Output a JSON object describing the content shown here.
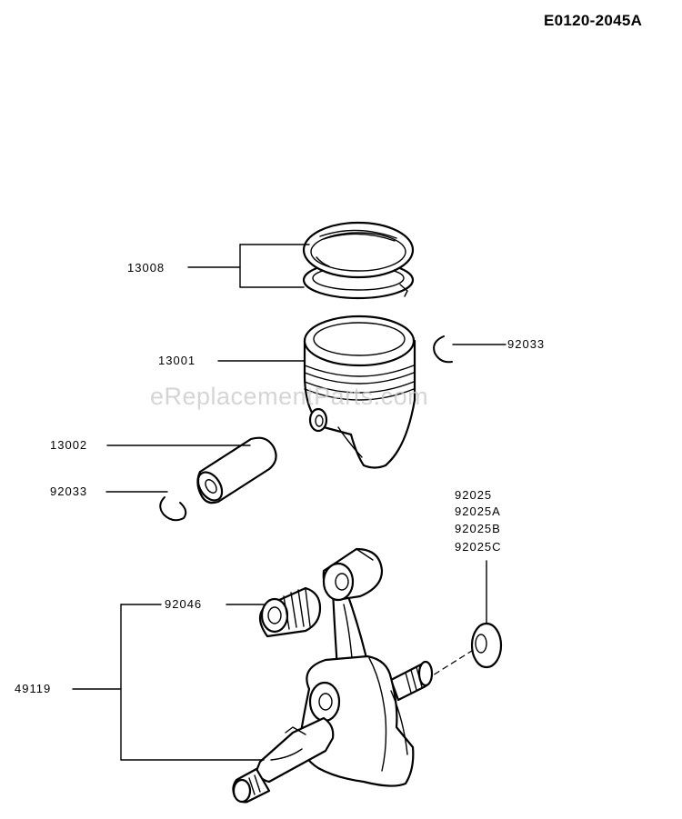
{
  "diagram": {
    "code": "E0120-2045A",
    "watermark": "eReplacementParts.com"
  },
  "parts": {
    "piston_ring_set": "13008",
    "piston": "13001",
    "circlip_right": "92033",
    "piston_pin": "13002",
    "circlip_left": "92033",
    "washer_a": "92025",
    "washer_b": "92025A",
    "washer_c": "92025B",
    "washer_d": "92025C",
    "needle_bearing": "92046",
    "crankshaft_assembly": "49119"
  }
}
